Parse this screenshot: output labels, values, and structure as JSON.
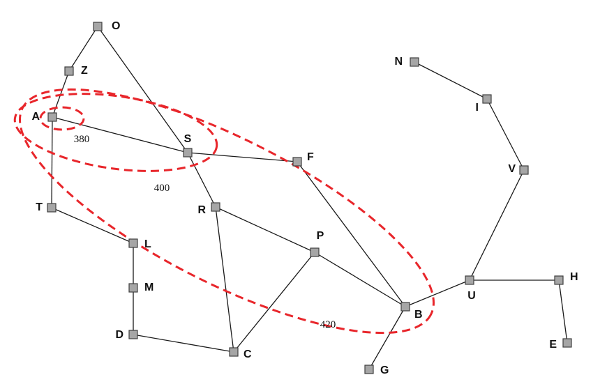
{
  "colors": {
    "node_fill": "#a6a6a6",
    "edge": "#1a1a1a",
    "contour": "#e8262b"
  },
  "nodes": [
    {
      "id": "O",
      "label": "O"
    },
    {
      "id": "Z",
      "label": "Z"
    },
    {
      "id": "A",
      "label": "A"
    },
    {
      "id": "S",
      "label": "S"
    },
    {
      "id": "F",
      "label": "F"
    },
    {
      "id": "T",
      "label": "T"
    },
    {
      "id": "R",
      "label": "R"
    },
    {
      "id": "L",
      "label": "L"
    },
    {
      "id": "P",
      "label": "P"
    },
    {
      "id": "M",
      "label": "M"
    },
    {
      "id": "D",
      "label": "D"
    },
    {
      "id": "C",
      "label": "C"
    },
    {
      "id": "B",
      "label": "B"
    },
    {
      "id": "G",
      "label": "G"
    },
    {
      "id": "U",
      "label": "U"
    },
    {
      "id": "H",
      "label": "H"
    },
    {
      "id": "E",
      "label": "E"
    },
    {
      "id": "N",
      "label": "N"
    },
    {
      "id": "I",
      "label": "I"
    },
    {
      "id": "V",
      "label": "V"
    }
  ],
  "edges": [
    [
      "O",
      "Z"
    ],
    [
      "Z",
      "A"
    ],
    [
      "O",
      "S"
    ],
    [
      "A",
      "S"
    ],
    [
      "A",
      "T"
    ],
    [
      "S",
      "F"
    ],
    [
      "S",
      "R"
    ],
    [
      "T",
      "L"
    ],
    [
      "L",
      "M"
    ],
    [
      "M",
      "D"
    ],
    [
      "D",
      "C"
    ],
    [
      "R",
      "C"
    ],
    [
      "R",
      "P"
    ],
    [
      "C",
      "P"
    ],
    [
      "P",
      "B"
    ],
    [
      "F",
      "B"
    ],
    [
      "B",
      "G"
    ],
    [
      "B",
      "U"
    ],
    [
      "U",
      "H"
    ],
    [
      "H",
      "E"
    ],
    [
      "U",
      "V"
    ],
    [
      "V",
      "I"
    ],
    [
      "I",
      "N"
    ]
  ],
  "contours": [
    {
      "id": "c380",
      "label": "380"
    },
    {
      "id": "c400",
      "label": "400"
    },
    {
      "id": "c420",
      "label": "420"
    }
  ]
}
